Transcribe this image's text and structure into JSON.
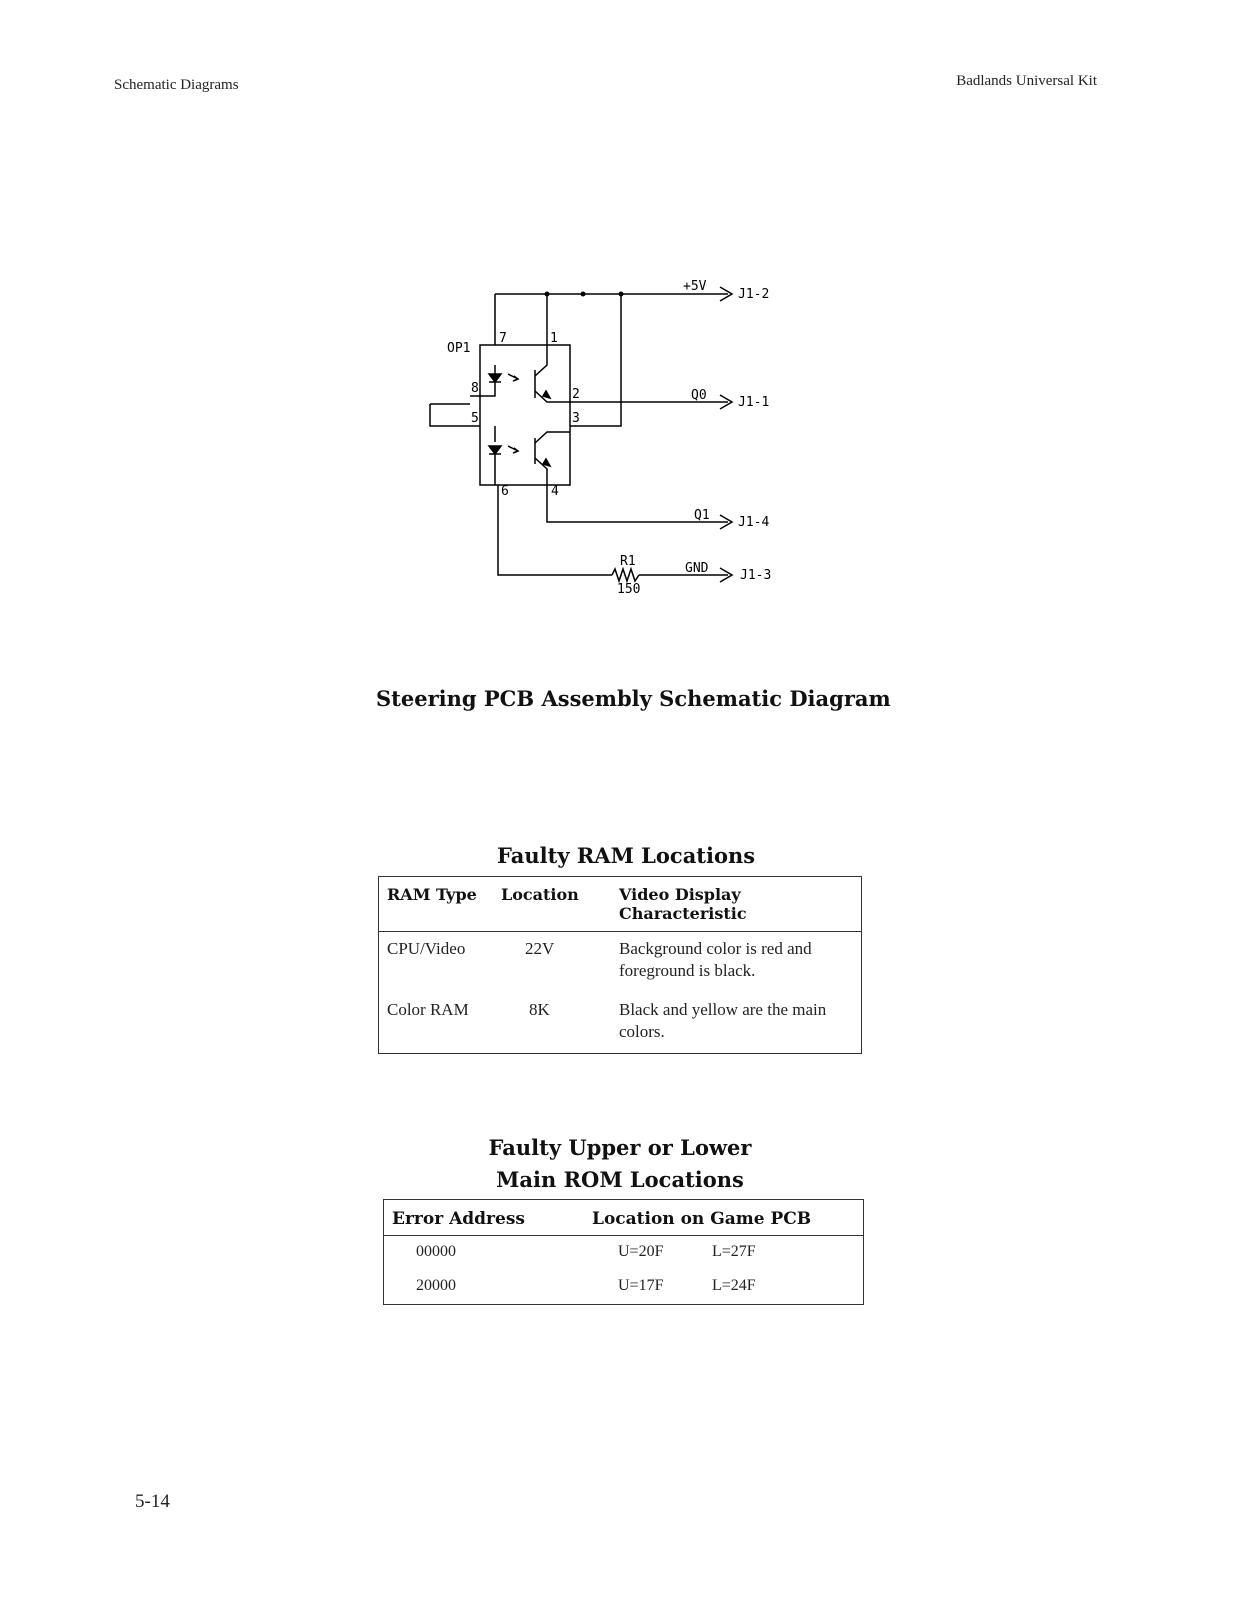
{
  "header": {
    "left": "Schematic Diagrams",
    "right": "Badlands Universal Kit"
  },
  "schematic": {
    "component_ref": "OP1",
    "pins": [
      "7",
      "1",
      "8",
      "2",
      "5",
      "3",
      "6",
      "4"
    ],
    "nets": {
      "vcc": "+5V",
      "q0": "Q0",
      "q1": "Q1",
      "gnd": "GND"
    },
    "connectors": {
      "j1_2": "J1-2",
      "j1_1": "J1-1",
      "j1_4": "J1-4",
      "j1_3": "J1-3"
    },
    "resistor": {
      "ref": "R1",
      "value": "150"
    }
  },
  "diagram_caption": "Steering PCB Assembly Schematic Diagram",
  "ram_table": {
    "title": "Faulty RAM Locations",
    "headers": [
      "RAM Type",
      "Location",
      "Video Display Characteristic"
    ],
    "rows": [
      [
        "CPU/Video",
        "22V",
        "Background color is red and foreground is black."
      ],
      [
        "Color RAM",
        "8K",
        "Black and yellow are the main colors."
      ]
    ]
  },
  "rom_table": {
    "title_line1": "Faulty Upper or Lower",
    "title_line2": "Main ROM Locations",
    "headers": [
      "Error Address",
      "Location on Game PCB"
    ],
    "rows": [
      [
        "00000",
        "U=20F",
        "L=27F"
      ],
      [
        "20000",
        "U=17F",
        "L=24F"
      ]
    ]
  },
  "page_number": "5-14"
}
